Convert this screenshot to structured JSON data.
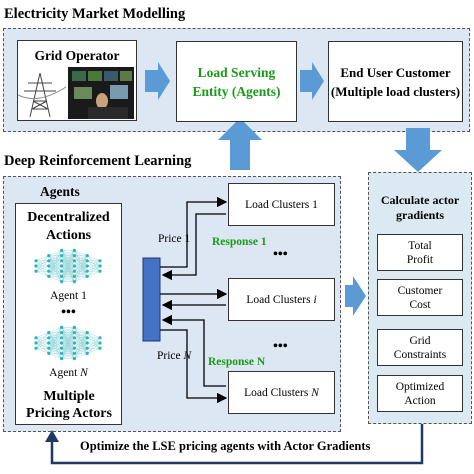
{
  "colors": {
    "panel": "#dde6f3",
    "arrow": "#5b9bd5",
    "green": "#1a9a1a",
    "navy": "#1f3864",
    "bar": "#4472c4"
  },
  "top": {
    "title": "Electricity Market Modelling",
    "grid_operator": "Grid Operator",
    "lse_line1": "Load Serving",
    "lse_line2": "Entity (Agents)",
    "euc_line1": "End User Customer",
    "euc_line2": "(Multiple load clusters)"
  },
  "drl": {
    "title": "Deep Reinforcement Learning",
    "agents_title": "Agents",
    "decentralized_line1": "Decentralized",
    "decentralized_line2": "Actions",
    "agent1": "Agent 1",
    "dots": "•••",
    "agentN": "Agent",
    "agentN_var": "N",
    "multiple_line1": "Multiple",
    "multiple_line2": "Pricing Actors",
    "price1": "Price 1",
    "priceN": "Price",
    "priceN_var": "N",
    "response1": "Response 1",
    "responseN": "Response N",
    "cluster1": "Load Clusters 1",
    "clusteri": "Load Clusters",
    "clusteri_var": "i",
    "clusterN": "Load Clusters",
    "clusterN_var": "N"
  },
  "grad": {
    "title_line1": "Calculate actor",
    "title_line2": "gradients",
    "items": [
      {
        "l1": "Total",
        "l2": "Profit"
      },
      {
        "l1": "Customer",
        "l2": "Cost"
      },
      {
        "l1": "Grid",
        "l2": "Constraints"
      },
      {
        "l1": "Optimized",
        "l2": "Action"
      }
    ]
  },
  "bottom": {
    "caption": "Optimize the LSE pricing agents with Actor Gradients"
  }
}
